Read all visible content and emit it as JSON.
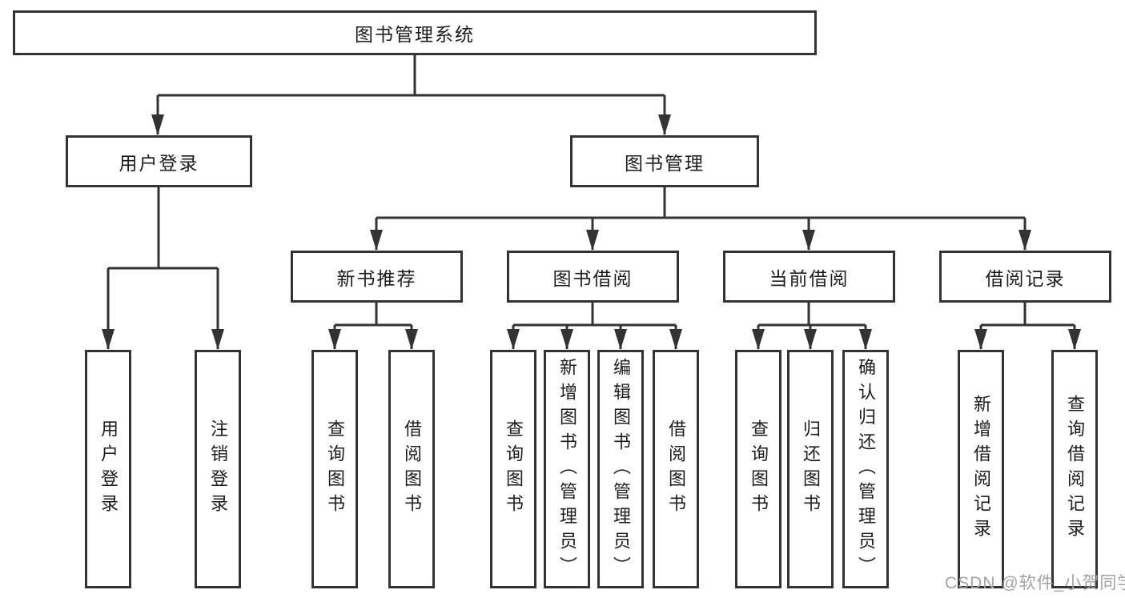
{
  "diagram": {
    "root": {
      "label": "图书管理系统"
    },
    "level2": [
      {
        "id": "user-login",
        "label": "用户登录"
      },
      {
        "id": "book-management",
        "label": "图书管理"
      }
    ],
    "level3": [
      {
        "id": "new-book-recommendation",
        "label": "新书推荐",
        "parent": "图书管理"
      },
      {
        "id": "book-borrowing",
        "label": "图书借阅",
        "parent": "图书管理"
      },
      {
        "id": "current-borrowing",
        "label": "当前借阅",
        "parent": "图书管理"
      },
      {
        "id": "borrowing-records",
        "label": "借阅记录",
        "parent": "图书管理"
      }
    ],
    "leaves": [
      {
        "label": "用户登录",
        "parent": "用户登录"
      },
      {
        "label": "注销登录",
        "parent": "用户登录"
      },
      {
        "label": "查询图书",
        "parent": "新书推荐"
      },
      {
        "label": "借阅图书",
        "parent": "新书推荐"
      },
      {
        "label": "查询图书",
        "parent": "图书借阅"
      },
      {
        "label": "新增图书（管理员）",
        "parent": "图书借阅"
      },
      {
        "label": "编辑图书（管理员）",
        "parent": "图书借阅"
      },
      {
        "label": "借阅图书",
        "parent": "图书借阅"
      },
      {
        "label": "查询图书",
        "parent": "当前借阅"
      },
      {
        "label": "归还图书",
        "parent": "当前借阅"
      },
      {
        "label": "确认归还（管理员）",
        "parent": "当前借阅"
      },
      {
        "label": "新增借阅记录",
        "parent": "借阅记录"
      },
      {
        "label": "查询借阅记录",
        "parent": "借阅记录"
      }
    ],
    "watermark": "CSDN @软件_小贺同学",
    "colors": {
      "line": "#333333",
      "border": "#333333",
      "text": "#1c1c1c",
      "watermark": "#a3a3a3",
      "background": "#ffffff"
    }
  }
}
